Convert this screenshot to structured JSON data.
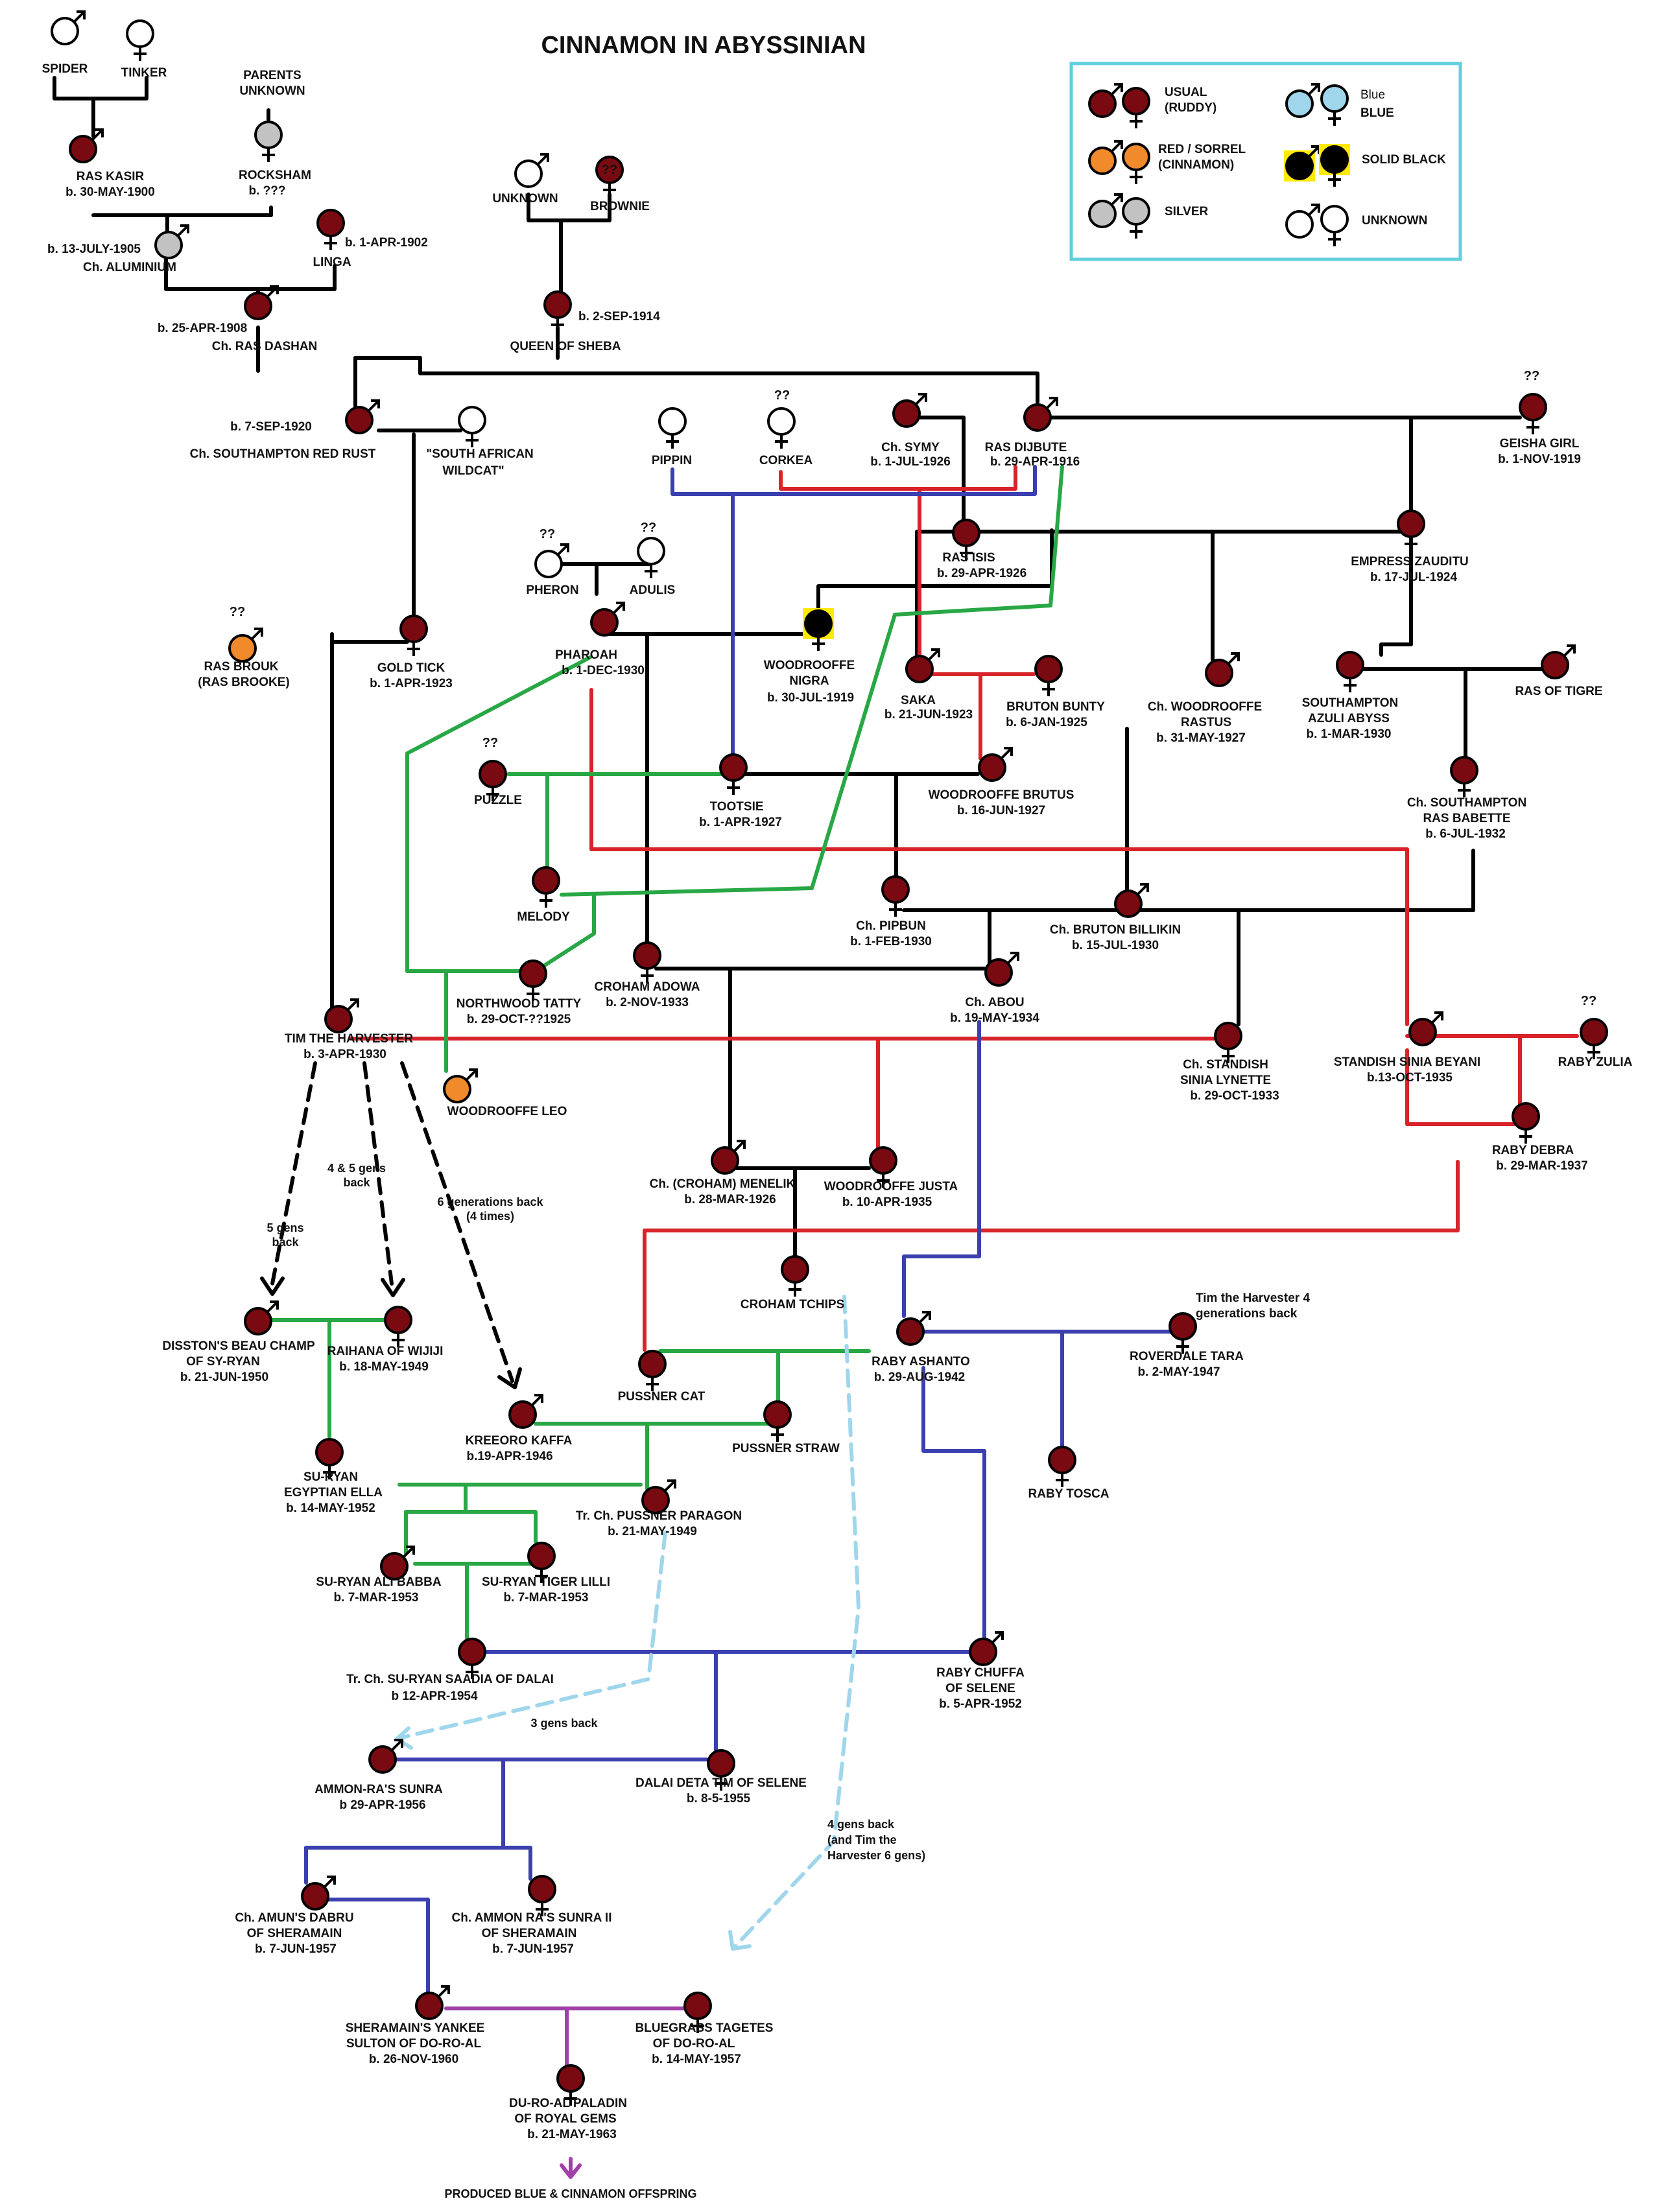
{
  "title": "CINNAMON IN ABYSSINIAN",
  "colors": {
    "ruddy": "#7a0a12",
    "red": "#f08a2a",
    "silver": "#c2c2c2",
    "blue": "#9fd6ec",
    "black": "#000000",
    "highlight": "#ffea00",
    "line_black": "#000000",
    "line_red": "#d8232a",
    "line_green": "#28a745",
    "line_blue": "#3b3fb0",
    "line_purple": "#a040a8",
    "line_lightblue": "#9fd6ec",
    "legend_border": "#62d0dc"
  },
  "legend": {
    "items": [
      {
        "label": "USUAL (RUDDY)",
        "color": "ruddy"
      },
      {
        "label": "Blue BLUE",
        "color": "blue"
      },
      {
        "label": "RED / SORREL (CINNAMON)",
        "color": "red"
      },
      {
        "label": "SOLID BLACK",
        "color": "black"
      },
      {
        "label": "SILVER",
        "color": "silver"
      },
      {
        "label": "UNKNOWN",
        "color": "unknown"
      }
    ]
  },
  "cats": [
    {
      "id": "spider",
      "sex": "m",
      "color": "unknown",
      "lines": [
        "SPIDER"
      ]
    },
    {
      "id": "tinker",
      "sex": "f",
      "color": "unknown",
      "lines": [
        "TINKER"
      ]
    },
    {
      "id": "ras-kasir",
      "sex": "m",
      "color": "ruddy",
      "lines": [
        "RAS KASIR",
        "b. 30-MAY-1900"
      ]
    },
    {
      "id": "rocksham",
      "sex": "f",
      "color": "silver",
      "lines": [
        "PARENTS",
        "UNKNOWN",
        "ROCKSHAM",
        "b. ???"
      ]
    },
    {
      "id": "aluminium",
      "sex": "m",
      "color": "silver",
      "lines": [
        "b. 13-JULY-1905",
        "Ch. ALUMINIUM"
      ]
    },
    {
      "id": "linga",
      "sex": "f",
      "color": "ruddy",
      "lines": [
        "b. 1-APR-1902",
        "LINGA"
      ]
    },
    {
      "id": "unknown-sire",
      "sex": "m",
      "color": "unknown",
      "lines": [
        "UNKNOWN"
      ]
    },
    {
      "id": "brownie",
      "sex": "f",
      "color": "ruddy",
      "lines": [
        "??",
        "BROWNIE"
      ]
    },
    {
      "id": "ras-dashan",
      "sex": "m",
      "color": "ruddy",
      "lines": [
        "b. 25-APR-1908",
        "Ch. RAS DASHAN"
      ]
    },
    {
      "id": "queen-of-sheba",
      "sex": "f",
      "color": "ruddy",
      "lines": [
        "b. 2-SEP-1914",
        "QUEEN OF SHEBA"
      ]
    },
    {
      "id": "southampton-red-rust",
      "sex": "m",
      "color": "ruddy",
      "lines": [
        "b. 7-SEP-1920",
        "Ch. SOUTHAMPTON RED RUST"
      ]
    },
    {
      "id": "south-african-wildcat",
      "sex": "f",
      "color": "unknown",
      "lines": [
        "\"SOUTH AFRICAN",
        "WILDCAT\""
      ]
    },
    {
      "id": "pippin",
      "sex": "f",
      "color": "unknown",
      "lines": [
        "PIPPIN"
      ]
    },
    {
      "id": "corkea",
      "sex": "f",
      "color": "unknown",
      "lines": [
        "??",
        "CORKEA"
      ]
    },
    {
      "id": "symy",
      "sex": "m",
      "color": "ruddy",
      "lines": [
        "Ch. SYMY",
        "b. 1-JUL-1926"
      ]
    },
    {
      "id": "ras-dijbute",
      "sex": "m",
      "color": "ruddy",
      "lines": [
        "RAS DIJBUTE",
        "b. 29-APR-1916"
      ]
    },
    {
      "id": "geisha-girl",
      "sex": "f",
      "color": "ruddy",
      "lines": [
        "??",
        "GEISHA GIRL",
        "b. 1-NOV-1919"
      ]
    },
    {
      "id": "ras-isis",
      "sex": "f",
      "color": "ruddy",
      "lines": [
        "RAS ISIS",
        "b. 29-APR-1926"
      ]
    },
    {
      "id": "empress-zauditu",
      "sex": "f",
      "color": "ruddy",
      "lines": [
        "EMPRESS ZAUDITU",
        "b. 17-JUL-1924"
      ]
    },
    {
      "id": "pheron",
      "sex": "m",
      "color": "unknown",
      "lines": [
        "??",
        "PHERON"
      ]
    },
    {
      "id": "adulis",
      "sex": "f",
      "color": "unknown",
      "lines": [
        "??",
        "ADULIS"
      ]
    },
    {
      "id": "ras-brouk",
      "sex": "m",
      "color": "red",
      "lines": [
        "??",
        "RAS BROUK",
        "(RAS BROOKE)"
      ]
    },
    {
      "id": "gold-tick",
      "sex": "f",
      "color": "ruddy",
      "lines": [
        "GOLD TICK",
        "b. 1-APR-1923"
      ]
    },
    {
      "id": "pharoah",
      "sex": "m",
      "color": "ruddy",
      "lines": [
        "PHAROAH",
        "b. 1-DEC-1930"
      ]
    },
    {
      "id": "woodrooffe-nigra",
      "sex": "f",
      "color": "black",
      "lines": [
        "WOODROOFFE",
        "NIGRA",
        "b. 30-JUL-1919"
      ]
    },
    {
      "id": "saka",
      "sex": "m",
      "color": "ruddy",
      "lines": [
        "SAKA",
        "b. 21-JUN-1923"
      ]
    },
    {
      "id": "bruton-bunty",
      "sex": "f",
      "color": "ruddy",
      "lines": [
        "BRUTON BUNTY",
        "b. 6-JAN-1925"
      ]
    },
    {
      "id": "woodrooffe-rastus",
      "sex": "m",
      "color": "ruddy",
      "lines": [
        "Ch. WOODROOFFE",
        "RASTUS",
        "b. 31-MAY-1927"
      ]
    },
    {
      "id": "azuli-abyss",
      "sex": "f",
      "color": "ruddy",
      "lines": [
        "SOUTHAMPTON",
        "AZULI ABYSS",
        "b. 1-MAR-1930"
      ]
    },
    {
      "id": "ras-of-tigre",
      "sex": "m",
      "color": "ruddy",
      "lines": [
        "RAS OF TIGRE"
      ]
    },
    {
      "id": "puzzle",
      "sex": "f",
      "color": "ruddy",
      "lines": [
        "??",
        "PUZZLE"
      ]
    },
    {
      "id": "tootsie",
      "sex": "f",
      "color": "ruddy",
      "lines": [
        "TOOTSIE",
        "b. 1-APR-1927"
      ]
    },
    {
      "id": "woodrooffe-brutus",
      "sex": "m",
      "color": "ruddy",
      "lines": [
        "WOODROOFFE BRUTUS",
        "b. 16-JUN-1927"
      ]
    },
    {
      "id": "ras-babette",
      "sex": "f",
      "color": "ruddy",
      "lines": [
        "Ch. SOUTHAMPTON",
        "RAS BABETTE",
        "b. 6-JUL-1932"
      ]
    },
    {
      "id": "melody",
      "sex": "f",
      "color": "ruddy",
      "lines": [
        "MELODY"
      ]
    },
    {
      "id": "pipbun",
      "sex": "f",
      "color": "ruddy",
      "lines": [
        "Ch. PIPBUN",
        "b. 1-FEB-1930"
      ]
    },
    {
      "id": "bruton-billikin",
      "sex": "m",
      "color": "ruddy",
      "lines": [
        "Ch. BRUTON BILLIKIN",
        "b. 15-JUL-1930"
      ]
    },
    {
      "id": "northwood-tatty",
      "sex": "f",
      "color": "ruddy",
      "lines": [
        "NORTHWOOD TATTY",
        "b. 29-OCT-??1925"
      ]
    },
    {
      "id": "croham-adowa",
      "sex": "f",
      "color": "ruddy",
      "lines": [
        "CROHAM ADOWA",
        "b. 2-NOV-1933"
      ]
    },
    {
      "id": "abou",
      "sex": "m",
      "color": "ruddy",
      "lines": [
        "Ch. ABOU",
        "b. 19-MAY-1934"
      ]
    },
    {
      "id": "tim-the-harvester",
      "sex": "m",
      "color": "ruddy",
      "lines": [
        "TIM THE HARVESTER",
        "b. 3-APR-1930"
      ]
    },
    {
      "id": "sinia-lynette",
      "sex": "f",
      "color": "ruddy",
      "lines": [
        "Ch. STANDISH",
        "SINIA LYNETTE",
        "b. 29-OCT-1933"
      ]
    },
    {
      "id": "sinia-beyani",
      "sex": "m",
      "color": "ruddy",
      "lines": [
        "STANDISH SINIA BEYANI",
        "b.13-OCT-1935"
      ]
    },
    {
      "id": "raby-zulia",
      "sex": "f",
      "color": "ruddy",
      "lines": [
        "??",
        "RABY ZULIA"
      ]
    },
    {
      "id": "woodrooffe-leo",
      "sex": "m",
      "color": "red",
      "lines": [
        "WOODROOFFE LEO"
      ]
    },
    {
      "id": "raby-debra",
      "sex": "f",
      "color": "ruddy",
      "lines": [
        "RABY DEBRA",
        "b. 29-MAR-1937"
      ]
    },
    {
      "id": "menelik",
      "sex": "m",
      "color": "ruddy",
      "lines": [
        "Ch. (CROHAM) MENELIK",
        "b. 28-MAR-1926"
      ]
    },
    {
      "id": "woodrooffe-justa",
      "sex": "f",
      "color": "ruddy",
      "lines": [
        "WOODROOFFE JUSTA",
        "b. 10-APR-1935"
      ]
    },
    {
      "id": "croham-tchips",
      "sex": "f",
      "color": "ruddy",
      "lines": [
        "CROHAM TCHIPS"
      ]
    },
    {
      "id": "beau-champ",
      "sex": "m",
      "color": "ruddy",
      "lines": [
        "DISSTON'S BEAU CHAMP",
        "OF SY-RYAN",
        "b. 21-JUN-1950"
      ]
    },
    {
      "id": "raihana",
      "sex": "f",
      "color": "ruddy",
      "lines": [
        "RAIHANA OF WIJIJI",
        "b. 18-MAY-1949"
      ]
    },
    {
      "id": "raby-ashanto",
      "sex": "m",
      "color": "ruddy",
      "lines": [
        "RABY ASHANTO",
        "b. 29-AUG-1942"
      ]
    },
    {
      "id": "roverdale-tara",
      "sex": "f",
      "color": "ruddy",
      "lines": [
        "Tim the Harvester 4",
        "generations back",
        "ROVERDALE TARA",
        "b. 2-MAY-1947"
      ]
    },
    {
      "id": "pussner-cat",
      "sex": "f",
      "color": "ruddy",
      "lines": [
        "PUSSNER CAT"
      ]
    },
    {
      "id": "kreeoro-kaffa",
      "sex": "m",
      "color": "ruddy",
      "lines": [
        "KREEORO KAFFA",
        "b.19-APR-1946"
      ]
    },
    {
      "id": "pussner-straw",
      "sex": "f",
      "color": "ruddy",
      "lines": [
        "PUSSNER STRAW"
      ]
    },
    {
      "id": "su-ryan-egyptian-ella",
      "sex": "f",
      "color": "ruddy",
      "lines": [
        "SU-RYAN",
        "EGYPTIAN ELLA",
        "b. 14-MAY-1952"
      ]
    },
    {
      "id": "pussner-paragon",
      "sex": "m",
      "color": "ruddy",
      "lines": [
        "Tr. Ch. PUSSNER PARAGON",
        "b. 21-MAY-1949"
      ]
    },
    {
      "id": "raby-tosca",
      "sex": "f",
      "color": "ruddy",
      "lines": [
        "RABY TOSCA"
      ]
    },
    {
      "id": "ali-babba",
      "sex": "m",
      "color": "ruddy",
      "lines": [
        "SU-RYAN ALI BABBA",
        "b. 7-MAR-1953"
      ]
    },
    {
      "id": "tiger-lilli",
      "sex": "f",
      "color": "ruddy",
      "lines": [
        "SU-RYAN TIGER LILLI",
        "b. 7-MAR-1953"
      ]
    },
    {
      "id": "saadia-of-dalai",
      "sex": "f",
      "color": "ruddy",
      "lines": [
        "Tr. Ch. SU-RYAN SAADIA OF DALAI",
        "b 12-APR-1954"
      ]
    },
    {
      "id": "raby-chuffa",
      "sex": "m",
      "color": "ruddy",
      "lines": [
        "RABY CHUFFA",
        "OF SELENE",
        "b. 5-APR-1952"
      ]
    },
    {
      "id": "ammon-ras-sunra",
      "sex": "m",
      "color": "ruddy",
      "lines": [
        "AMMON-RA'S SUNRA",
        "b 29-APR-1956"
      ]
    },
    {
      "id": "dalai-deta-tim",
      "sex": "f",
      "color": "ruddy",
      "lines": [
        "DALAI DETA TIM OF SELENE",
        "b. 8-5-1955"
      ]
    },
    {
      "id": "amuns-dabru",
      "sex": "m",
      "color": "ruddy",
      "lines": [
        "Ch. AMUN'S DABRU",
        "OF SHERAMAIN",
        "b. 7-JUN-1957"
      ]
    },
    {
      "id": "ammon-ras-sunra-ii",
      "sex": "f",
      "color": "ruddy",
      "lines": [
        "Ch. AMMON RA'S SUNRA II",
        "OF SHERAMAIN",
        "b. 7-JUN-1957"
      ]
    },
    {
      "id": "yankee-sulton",
      "sex": "m",
      "color": "ruddy",
      "lines": [
        "SHERAMAIN'S YANKEE",
        "SULTON OF DO-RO-AL",
        "b. 26-NOV-1960"
      ]
    },
    {
      "id": "bluegrass-tagetes",
      "sex": "f",
      "color": "ruddy",
      "lines": [
        "BLUEGRASS TAGETES",
        "OF DO-RO-AL",
        "b. 14-MAY-1957"
      ]
    },
    {
      "id": "paladin",
      "sex": "f",
      "color": "ruddy",
      "lines": [
        "DU-RO-AL PALADIN",
        "OF ROYAL GEMS",
        "b. 21-MAY-1963"
      ]
    }
  ],
  "notes": [
    {
      "id": "note-5gens",
      "lines": [
        "5 gens",
        "back"
      ]
    },
    {
      "id": "note-45gens",
      "lines": [
        "4 & 5 gens",
        "back"
      ]
    },
    {
      "id": "note-6gens",
      "lines": [
        "6 generations back",
        "(4 times)"
      ]
    },
    {
      "id": "note-3gens",
      "lines": [
        "3 gens back"
      ]
    },
    {
      "id": "note-4gens",
      "lines": [
        "4 gens back",
        "(and Tim the",
        "Harvester 6 gens)"
      ]
    },
    {
      "id": "note-produced",
      "lines": [
        "PRODUCED BLUE & CINNAMON OFFSPRING"
      ]
    }
  ]
}
